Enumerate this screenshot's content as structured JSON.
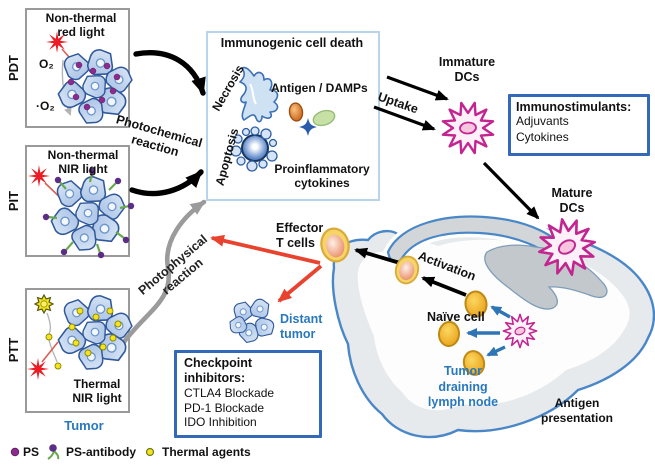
{
  "figure": {
    "therapy_panels": [
      {
        "id": "pdt",
        "side_label": "PDT",
        "light_label_lines": [
          "Non-thermal",
          "red light"
        ],
        "o2_top": "O₂",
        "o2_bottom": "·O₂"
      },
      {
        "id": "pit",
        "side_label": "PIT",
        "light_label_lines": [
          "Non-thermal",
          "NIR light"
        ]
      },
      {
        "id": "ptt",
        "side_label": "PTT",
        "light_label_lines": [
          "Thermal",
          "NIR light"
        ]
      }
    ],
    "tumor_label": "Tumor",
    "legend": {
      "ps": "PS",
      "ps_antibody": "PS-antibody",
      "thermal_agents": "Thermal agents"
    },
    "icd_box": {
      "title": "Immunogenic cell death",
      "necrosis": "Necrosis",
      "apoptosis": "Apoptosis",
      "antigen_damps": "Antigen / DAMPs",
      "proinflammatory_lines": [
        "Proinflammatory",
        "cytokines"
      ]
    },
    "reaction_labels": {
      "photochemical_lines": [
        "Photochemical",
        "reaction"
      ],
      "photophysical_lines": [
        "Photophysical",
        "reaction"
      ]
    },
    "uptake_label": "Uptake",
    "immature_dc_lines": [
      "Immature",
      "DCs"
    ],
    "mature_dc_lines": [
      "Mature",
      "DCs"
    ],
    "immunostimulants_box": {
      "title": "Immunostimulants:",
      "items": [
        "Adjuvants",
        "Cytokines"
      ]
    },
    "checkpoint_box": {
      "title_lines": [
        "Checkpoint",
        "inhibitors:"
      ],
      "items": [
        "CTLA4 Blockade",
        "PD-1 Blockade",
        "IDO Inhibition"
      ]
    },
    "effector_t_cells_lines": [
      "Effector",
      "T cells"
    ],
    "activation_label": "Activation",
    "naive_cell_label": "Naïve cell",
    "lymph_node_lines": [
      "Tumor",
      "draining",
      "lymph node"
    ],
    "antigen_presentation_lines": [
      "Antigen",
      "presentation"
    ],
    "distant_tumor_lines": [
      "Distant",
      "tumor"
    ],
    "colors": {
      "blue_text": "#2878be",
      "box_border_blue": "#3468b8",
      "icd_border": "#b8d4ea",
      "red_arrow": "#e8432e",
      "gray_arrow": "#9b9b9b",
      "cell_fill": "#b9cde9",
      "cell_stroke": "#30599b",
      "dc_pink": "#c2258f",
      "t_cell_orange": "#f2b234",
      "ps_purple": "#8a2b8d",
      "thermal_yellow": "#f5e31d"
    }
  }
}
